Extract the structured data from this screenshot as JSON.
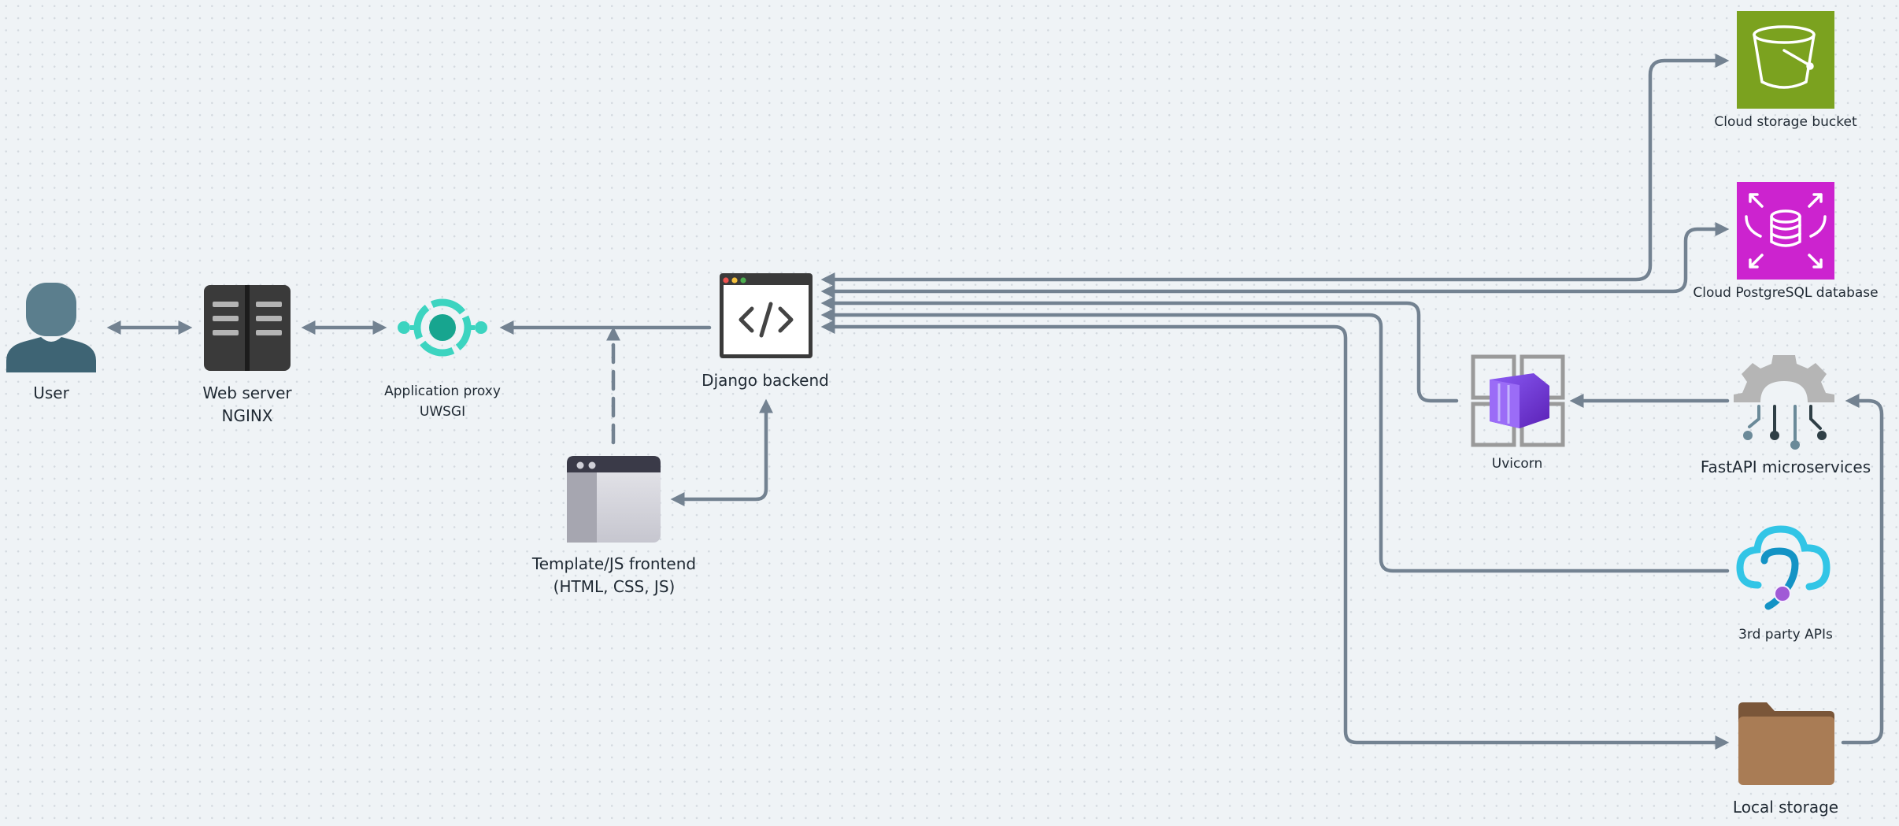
{
  "nodes": {
    "user": {
      "label": "User"
    },
    "nginx": {
      "label_line1": "Web server",
      "label_line2": "NGINX"
    },
    "uwsgi": {
      "label_line1": "Application proxy",
      "label_line2": "UWSGI"
    },
    "django": {
      "label": "Django backend"
    },
    "frontend": {
      "label_line1": "Template/JS frontend",
      "label_line2": "(HTML, CSS, JS)"
    },
    "bucket": {
      "label": "Cloud storage bucket"
    },
    "postgres": {
      "label": "Cloud PostgreSQL database"
    },
    "uvicorn": {
      "label": "Uvicorn"
    },
    "fastapi": {
      "label": "FastAPI microservices"
    },
    "apis": {
      "label": "3rd party APIs"
    },
    "local": {
      "label": "Local storage"
    }
  },
  "colors": {
    "background": "#eff3f6",
    "edge": "#738291",
    "user": "#3e6474",
    "nginx": "#3a3a3a",
    "uwsgi": "#3cd4c0",
    "bucket": "#7ba21f",
    "postgres": "#cc23cf",
    "uvicorn": "#7c3aed",
    "azure": "#32c5e6",
    "folder": "#a97c55"
  }
}
